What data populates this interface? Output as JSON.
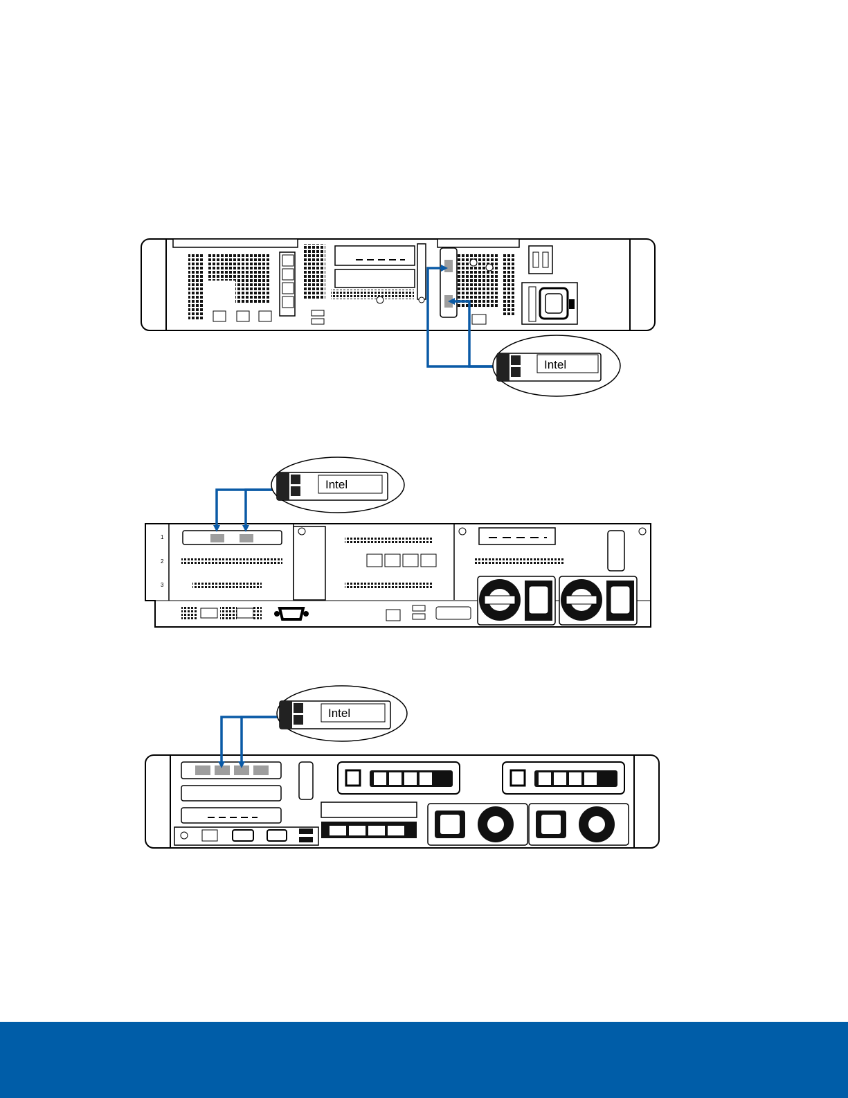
{
  "colors": {
    "cable": "#0a5aa6",
    "footer": "#005da8",
    "port_highlight": "#9e9e9e",
    "line": "#000000"
  },
  "figures": [
    {
      "id": "server-2u-a",
      "sfp_label": "Intel",
      "slot_labels": []
    },
    {
      "id": "server-2u-b",
      "sfp_label": "Intel",
      "slot_labels": [
        "1",
        "2",
        "3"
      ]
    },
    {
      "id": "server-2u-c",
      "sfp_label": "Intel",
      "slot_labels": []
    }
  ]
}
